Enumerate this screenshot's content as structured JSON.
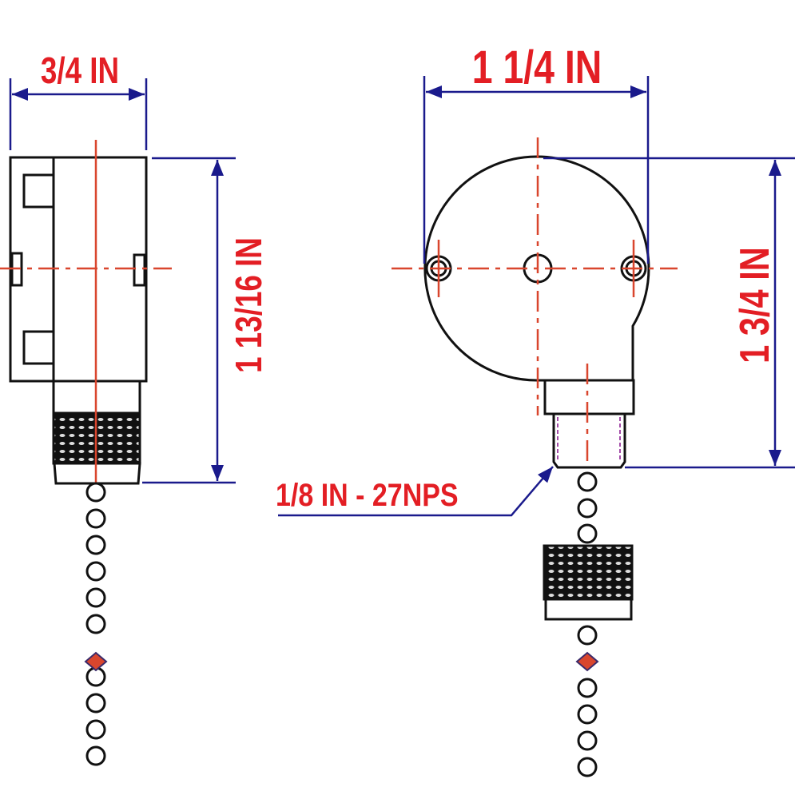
{
  "dimensions": {
    "side_width": "3/4 IN",
    "side_height": "1 13/16 IN",
    "front_width": "1 1/4 IN",
    "front_height": "1 3/4 IN",
    "thread": "1/8 IN - 27NPS"
  },
  "colors": {
    "label": "#e31e24",
    "dimension_line": "#1a1a8c",
    "centerline": "#d9462e",
    "outline": "#111111"
  }
}
